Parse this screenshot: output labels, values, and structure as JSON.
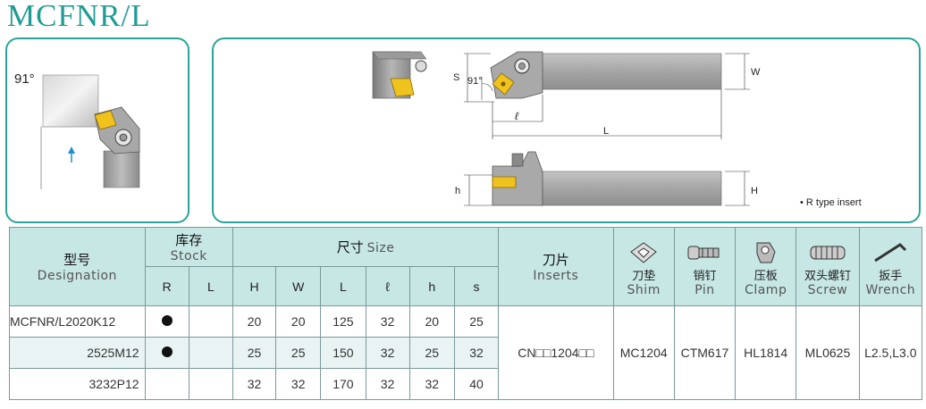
{
  "title": "MCFNR/L",
  "angle": "91°",
  "diagram": {
    "angle_label": "91°",
    "dim_S": "S",
    "dim_W": "W",
    "dim_l": "ℓ",
    "dim_L": "L",
    "dim_h": "h",
    "dim_H": "H",
    "note": "• R type insert"
  },
  "headers": {
    "designation_cn": "型号",
    "designation_en": "Designation",
    "stock_cn": "库存",
    "stock_en": "Stock",
    "stock_r": "R",
    "stock_l": "L",
    "size_cn": "尺寸",
    "size_en": "Size",
    "size_cols": [
      "H",
      "W",
      "L",
      "ℓ",
      "h",
      "s"
    ],
    "inserts_cn": "刀片",
    "inserts_en": "Inserts",
    "shim_cn": "刀垫",
    "shim_en": "Shim",
    "pin_cn": "销钉",
    "pin_en": "Pin",
    "clamp_cn": "压板",
    "clamp_en": "Clamp",
    "screw_cn": "双头螺钉",
    "screw_en": "Screw",
    "wrench_cn": "扳手",
    "wrench_en": "Wrench"
  },
  "rows": [
    {
      "designation": "MCFNR/L2020K12",
      "r": true,
      "l": false,
      "H": "20",
      "W": "20",
      "L": "125",
      "ll": "32",
      "h": "20",
      "s": "25"
    },
    {
      "designation": "2525M12",
      "r": true,
      "l": false,
      "H": "25",
      "W": "25",
      "L": "150",
      "ll": "32",
      "h": "25",
      "s": "32"
    },
    {
      "designation": "3232P12",
      "r": false,
      "l": false,
      "H": "32",
      "W": "32",
      "L": "170",
      "ll": "32",
      "h": "32",
      "s": "40"
    }
  ],
  "shared": {
    "insert": "CN□□1204□□",
    "shim": "MC1204",
    "pin": "CTM617",
    "clamp": "HL1814",
    "screw": "ML0625",
    "wrench": "L2.5,L3.0"
  }
}
